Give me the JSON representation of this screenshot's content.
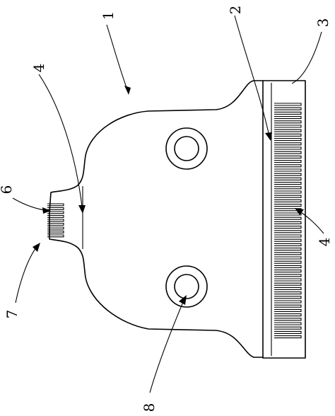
{
  "figure": {
    "labels": {
      "l1": "1",
      "l2": "2",
      "l3": "3",
      "l4_top": "4",
      "l4_right": "4",
      "l6": "6",
      "l7": "7",
      "l8": "8"
    }
  }
}
